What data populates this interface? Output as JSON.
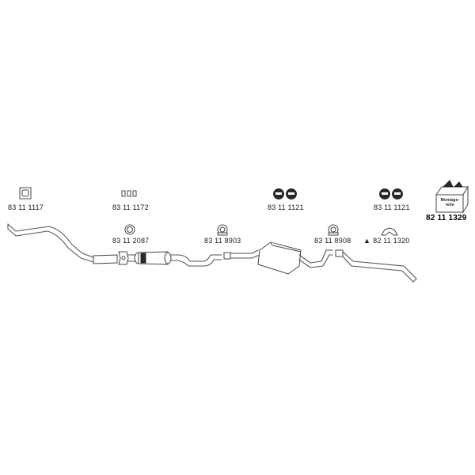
{
  "diagram": {
    "part_numbers": {
      "gasket_square": "83 11 1117",
      "bolt_set": "83 11 1172",
      "ring_gasket": "83 11 2087",
      "clamp_front": "83 11 8903",
      "hanger_center": "83 11 1121",
      "clamp_rear": "83 11 8908",
      "hanger_rear": "83 11 1121",
      "mount_bracket": "82 11 1320",
      "mounting_kit": "82 11 1329"
    },
    "mount_bracket_marker": "▲",
    "kit_box_text": "Montage-teile"
  }
}
